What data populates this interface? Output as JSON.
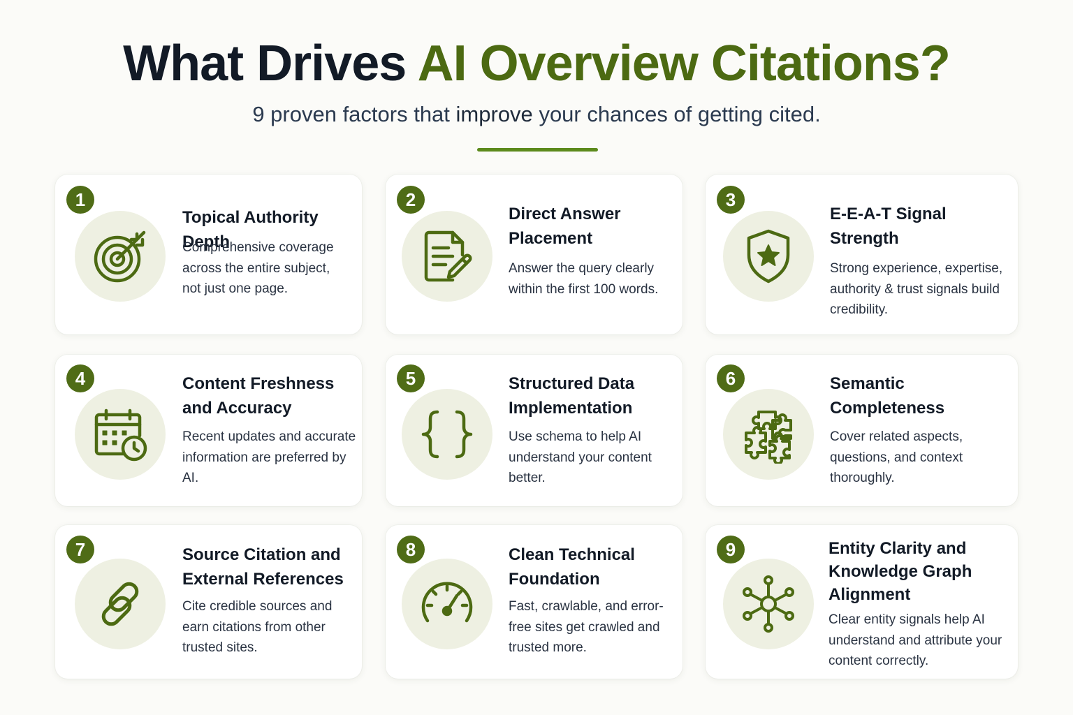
{
  "header": {
    "title_part1": "What Drives",
    "title_part2": "AI Overview Citations?",
    "subtitle_part1": "9 proven factors that",
    "subtitle_strong": "improve",
    "subtitle_part2": "your chances of getting cited."
  },
  "colors": {
    "accent_green": "#4c6a12",
    "badge_green": "#4f6c16",
    "icon_bg": "#eef0e2",
    "title_dark": "#121a26"
  },
  "cards": [
    {
      "number": "1",
      "icon": "target-icon",
      "title": "Topical Authority Depth",
      "description": "Comprehensive coverage across the entire subject, not just one page."
    },
    {
      "number": "2",
      "icon": "document-edit-icon",
      "title": "Direct Answer Placement",
      "description": "Answer the query clearly within the first 100 words."
    },
    {
      "number": "3",
      "icon": "shield-star-icon",
      "title": "E-E-A-T Signal Strength",
      "description": "Strong experience, expertise, authority & trust signals build credibility."
    },
    {
      "number": "4",
      "icon": "calendar-clock-icon",
      "title": "Content Freshness and Accuracy",
      "description": "Recent updates and accurate information are preferred by AI."
    },
    {
      "number": "5",
      "icon": "curly-braces-icon",
      "title": "Structured Data Implementation",
      "description": "Use schema to help AI understand your content better."
    },
    {
      "number": "6",
      "icon": "puzzle-icon",
      "title": "Semantic Completeness",
      "description": "Cover related aspects, questions, and context thoroughly."
    },
    {
      "number": "7",
      "icon": "link-icon",
      "title": "Source Citation and External References",
      "description": "Cite credible sources and earn citations from other trusted sites."
    },
    {
      "number": "8",
      "icon": "speedometer-icon",
      "title": "Clean Technical Foundation",
      "description": "Fast, crawlable, and error-free sites get crawled and trusted more."
    },
    {
      "number": "9",
      "icon": "network-graph-icon",
      "title": "Entity Clarity and Knowledge Graph Alignment",
      "description": "Clear entity signals help AI understand and attribute your content correctly."
    }
  ]
}
